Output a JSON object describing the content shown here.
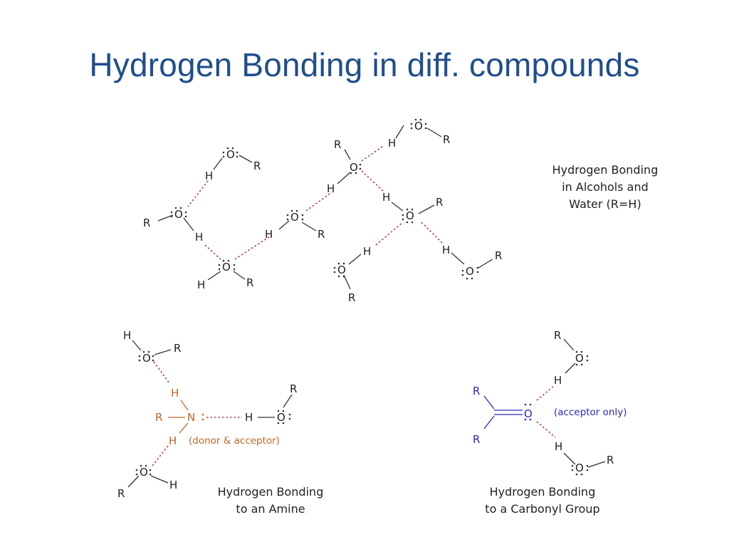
{
  "slide": {
    "title": "Hydrogen Bonding in diff. compounds"
  },
  "colors": {
    "title": "#1f4e8c",
    "hydrogen_bond": "#b0404a",
    "amine": "#c0662a",
    "carbonyl": "#2a2ab8",
    "bond": "#333333"
  },
  "atoms": {
    "oxygen": "O",
    "hydrogen": "H",
    "group": "R",
    "nitrogen": "N"
  },
  "panels": {
    "alcohols": {
      "caption_lines": [
        "Hydrogen Bonding",
        "in Alcohols and",
        "Water (R=H)"
      ]
    },
    "amine": {
      "caption_lines": [
        "Hydrogen Bonding",
        "to an Amine"
      ],
      "note": "(donor & acceptor)"
    },
    "carbonyl": {
      "caption_lines": [
        "Hydrogen Bonding",
        "to a Carbonyl Group"
      ],
      "note": "(acceptor only)"
    }
  }
}
